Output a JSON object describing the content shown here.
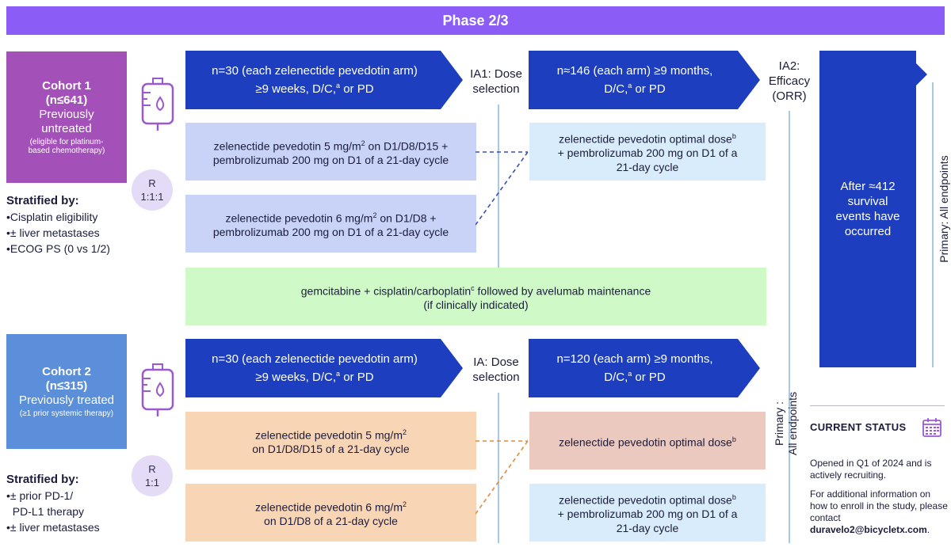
{
  "phase_title": "Phase 2/3",
  "cohort1": {
    "title": "Cohort 1",
    "n": "(n≤641)",
    "desc": "Previously untreated",
    "note": "(eligible for platinum-based chemotherapy)",
    "stratified_heading": "Stratified by:",
    "stratified": [
      "•Cisplatin eligibility",
      "•± liver metastases",
      "•ECOG PS (0 vs 1/2)"
    ],
    "randomization": [
      "R",
      "1:1:1"
    ],
    "stage1": [
      "n=30 (each zelenectide pevedotin arm)",
      "≥9 weeks, D/C,",
      "a",
      " or PD"
    ],
    "ia1": "IA1: Dose selection",
    "stage2": [
      "n≈146 (each arm) ≥9 months,",
      "D/C,",
      "a",
      " or PD"
    ],
    "ia2": [
      "IA2:",
      "Efficacy",
      "(ORR)"
    ],
    "arm1": [
      "zelenectide pevedotin 5 mg/m",
      "2",
      " on D1/D8/D15 +",
      "pembrolizumab 200 mg on D1 of a 21-day cycle"
    ],
    "arm2": [
      "zelenectide pevedotin 6 mg/m",
      "2",
      " on D1/D8 +",
      "pembrolizumab 200 mg on D1 of a 21-day cycle"
    ],
    "opt": [
      "zelenectide pevedotin optimal dose",
      "b",
      "+ pembrolizumab 200 mg on D1 of a",
      "21-day cycle"
    ],
    "gem": [
      "gemcitabine + cisplatin/carboplatin",
      "c",
      " followed by avelumab maintenance",
      "(if clinically indicated)"
    ]
  },
  "cohort2": {
    "title": "Cohort 2",
    "n": "(n≤315)",
    "desc": "Previously treated",
    "note": "(≥1 prior systemic therapy)",
    "stratified_heading": "Stratified by:",
    "stratified": [
      "•± prior PD-1/",
      "  PD-L1 therapy",
      "•± liver metastases"
    ],
    "randomization": [
      "R",
      "1:1"
    ],
    "stage1": [
      "n=30 (each zelenectide pevedotin arm)",
      "≥9 weeks, D/C,",
      "a",
      " or PD"
    ],
    "ia": "IA: Dose selection",
    "stage2": [
      "n=120 (each arm) ≥9 months,",
      "D/C,",
      "a",
      " or PD"
    ],
    "arm3": [
      "zelenectide pevedotin 5 mg/m",
      "2",
      "on D1/D8/D15 of a 21-day cycle"
    ],
    "arm4": [
      "zelenectide pevedotin 6 mg/m",
      "2",
      "on D1/D8 of a 21-day cycle"
    ],
    "opt_mono": [
      "zelenectide pevedotin optimal dose",
      "b"
    ],
    "opt_combo": [
      "zelenectide pevedotin optimal dose",
      "b",
      "+ pembrolizumab 200 mg on D1 of a",
      "21-day cycle"
    ]
  },
  "survival": "After ≈412 survival events have occurred",
  "primary_top": "Primary: All endpoints",
  "primary_bottom": [
    "Primary :",
    "All endpoints"
  ],
  "status": {
    "title": "CURRENT STATUS",
    "opened": "Opened in Q1 of 2024 and is actively recruiting.",
    "contact_prefix": "For additional information on how to enroll in the study, please contact ",
    "email": "duravelo2@bicycletx.com",
    "suffix": "."
  },
  "colors": {
    "phase_bar": "#8b5cf6",
    "cohort1": "#a351b8",
    "cohort2": "#5b8fd9",
    "stage_arrow": "#1d3fbf",
    "arm_blue": "#c8d3f7",
    "arm_lightblue": "#d8ecfb",
    "arm_green": "#cff9c7",
    "arm_peach": "#f8d5b5",
    "arm_pink": "#ecc9bf"
  },
  "icons": [
    "iv-bag-icon",
    "calendar-icon"
  ]
}
